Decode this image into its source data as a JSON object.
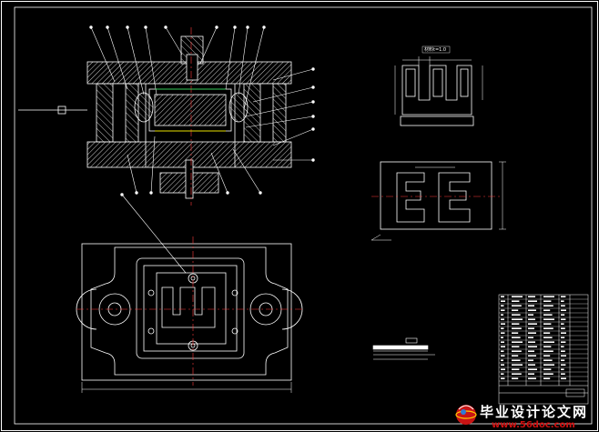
{
  "drawing": {
    "background": "#000000",
    "line_color": "#ffffff",
    "centerline_color": "#ff3b3b",
    "accent_yellow": "#e8e000",
    "accent_green": "#00cc33",
    "accent_blue": "#3aa0ff"
  },
  "part_views": {
    "top_label": "材料t=1.0",
    "thickness_note": "t=1.0"
  },
  "watermark": {
    "logo_icon": "globe-logo-icon",
    "site_name": "毕业设计论文网",
    "site_url": "www.56doc.com"
  }
}
